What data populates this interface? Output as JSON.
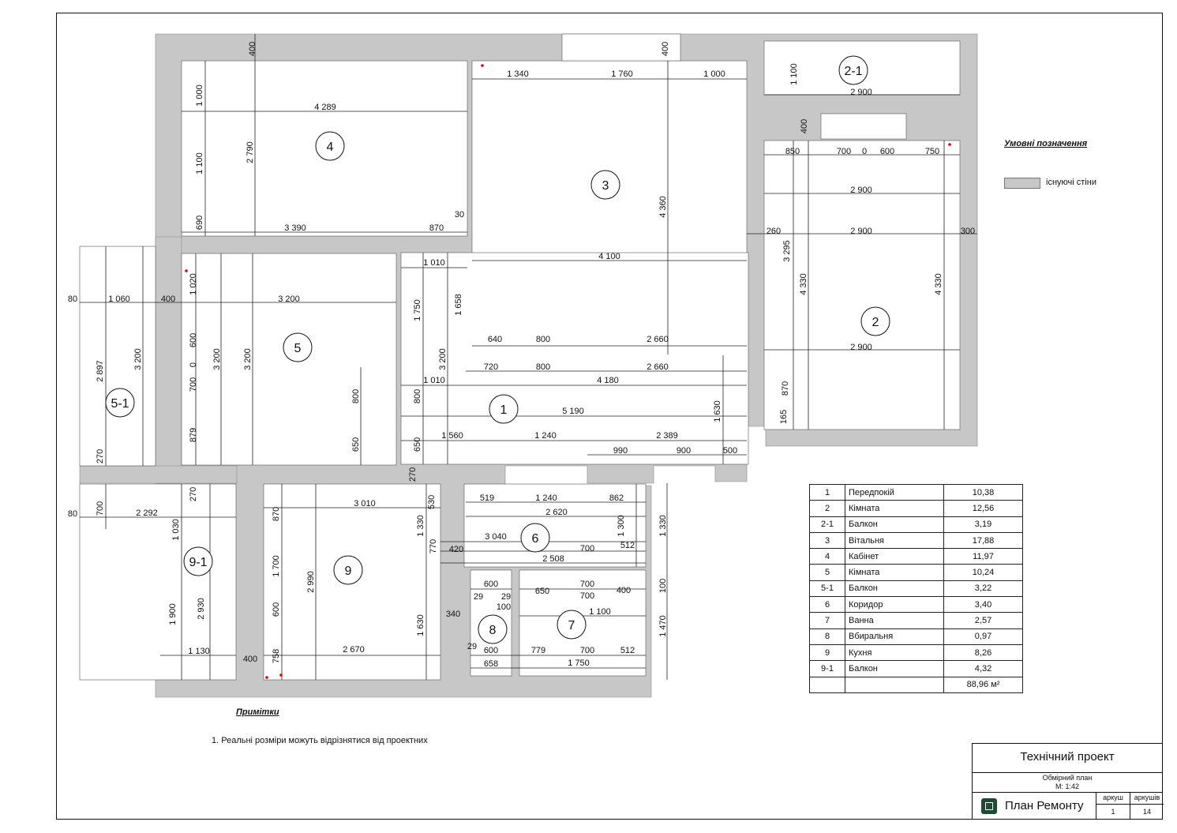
{
  "rooms": [
    {
      "id": "1"
    },
    {
      "id": "2"
    },
    {
      "id": "2-1"
    },
    {
      "id": "3"
    },
    {
      "id": "4"
    },
    {
      "id": "5"
    },
    {
      "id": "5-1"
    },
    {
      "id": "6"
    },
    {
      "id": "7"
    },
    {
      "id": "8"
    },
    {
      "id": "9"
    },
    {
      "id": "9-1"
    }
  ],
  "dimensions": {
    "d_400_a": "400",
    "d_400_b": "400",
    "d_400_c": "400",
    "d_1340": "1 340",
    "d_1760": "1 760",
    "d_1000_a": "1 000",
    "d_1100_a": "1 100",
    "d_2900_a": "2 900",
    "d_1000_b": "1 000",
    "d_4289": "4 289",
    "d_1100_b": "1 100",
    "d_2790": "2 790",
    "d_690": "690",
    "d_3390": "3 390",
    "d_870_a": "870",
    "d_30": "30",
    "d_850": "850",
    "d_700_a": "700",
    "d_0_a": "0",
    "d_600_a": "600",
    "d_750": "750",
    "d_2900_b": "2 900",
    "d_2900_c": "2 900",
    "d_260": "260",
    "d_300": "300",
    "d_4360": "4 360",
    "d_4100": "4 100",
    "d_1010_a": "1 010",
    "d_3295": "3 295",
    "d_4330_a": "4 330",
    "d_4330_b": "4 330",
    "d_80_a": "80",
    "d_1060": "1 060",
    "d_400_d": "400",
    "d_1020": "1 020",
    "d_3200_a": "3 200",
    "d_1750": "1 750",
    "d_1658": "1 658",
    "d_640": "640",
    "d_800_a": "800",
    "d_2660_a": "2 660",
    "d_2900_d": "2 900",
    "d_2897": "2 897",
    "d_3200_b": "3 200",
    "d_600_b": "600",
    "d_0_b": "0",
    "d_3200_c": "3 200",
    "d_3200_d": "3 200",
    "d_3200_e": "3 200",
    "d_720": "720",
    "d_800_b": "800",
    "d_2660_b": "2 660",
    "d_700_b": "700",
    "d_1010_b": "1 010",
    "d_4180": "4 180",
    "d_870_b": "870",
    "d_800_c": "800",
    "d_800_d": "800",
    "d_5190": "5 190",
    "d_1630_a": "1 630",
    "d_165": "165",
    "d_879": "879",
    "d_650_a": "650",
    "d_650_b": "650",
    "d_1560": "1 560",
    "d_1240_a": "1 240",
    "d_2389": "2 389",
    "d_270_a": "270",
    "d_990": "990",
    "d_900_a": "900",
    "d_500": "500",
    "d_270_b": "270",
    "d_270_c": "270",
    "d_3010": "3 010",
    "d_530": "530",
    "d_519": "519",
    "d_1240_b": "1 240",
    "d_862": "862",
    "d_80_b": "80",
    "d_700_c": "700",
    "d_2292": "2 292",
    "d_870_c": "870",
    "d_2620": "2 620",
    "d_1330_a": "1 330",
    "d_1300": "1 300",
    "d_1330_b": "1 330",
    "d_1030": "1 030",
    "d_3040": "3 040",
    "d_770": "770",
    "d_420": "420",
    "d_700_d": "700",
    "d_512_a": "512",
    "d_1700": "1 700",
    "d_2990": "2 990",
    "d_2508": "2 508",
    "d_600_c": "600",
    "d_700_e": "700",
    "d_29_a": "29",
    "d_29_b": "29",
    "d_100_a": "100",
    "d_650_c": "650",
    "d_700_f": "700",
    "d_400_e": "400",
    "d_100_b": "100",
    "d_1900": "1 900",
    "d_2930": "2 930",
    "d_600_d": "600",
    "d_1630_b": "1 630",
    "d_340": "340",
    "d_1100_c": "1 100",
    "d_1470": "1 470",
    "d_1130": "1 130",
    "d_400_f": "400",
    "d_758": "758",
    "d_2670": "2 670",
    "d_29_c": "29",
    "d_600_e": "600",
    "d_779": "779",
    "d_700_g": "700",
    "d_512_b": "512",
    "d_658": "658"
  },
  "legend": {
    "title": "Умовні позначення",
    "existing_walls": "існуючі стіни",
    "wall_color": "#c7c7c7"
  },
  "notes": {
    "title": "Примітки",
    "item_1": "1.  Реальні розміри можуть відрізнятися від проектних"
  },
  "area_table": [
    {
      "num": "1",
      "name": "Передпокій",
      "area": "10,38"
    },
    {
      "num": "2",
      "name": "Кімната",
      "area": "12,56"
    },
    {
      "num": "2-1",
      "name": "Балкон",
      "area": "3,19"
    },
    {
      "num": "3",
      "name": "Вітальня",
      "area": "17,88"
    },
    {
      "num": "4",
      "name": "Кабінет",
      "area": "11,97"
    },
    {
      "num": "5",
      "name": "Кімната",
      "area": "10,24"
    },
    {
      "num": "5-1",
      "name": "Балкон",
      "area": "3,22"
    },
    {
      "num": "6",
      "name": "Коридор",
      "area": "3,40"
    },
    {
      "num": "7",
      "name": "Ванна",
      "area": "2,57"
    },
    {
      "num": "8",
      "name": "Вбиральня",
      "area": "0,97"
    },
    {
      "num": "9",
      "name": "Кухня",
      "area": "8,26"
    },
    {
      "num": "9-1",
      "name": "Балкон",
      "area": "4,32"
    }
  ],
  "area_total": "88,96 м²",
  "title_block": {
    "title": "Технічний проект",
    "sheet_name": "Обмірний план",
    "scale": "М: 1:42",
    "company": "План Ремонту",
    "sheet_label": "аркуш",
    "sheets_label": "аркушів",
    "sheet_no": "1",
    "sheets_total": "14",
    "brand_color": "#1f4a36"
  }
}
